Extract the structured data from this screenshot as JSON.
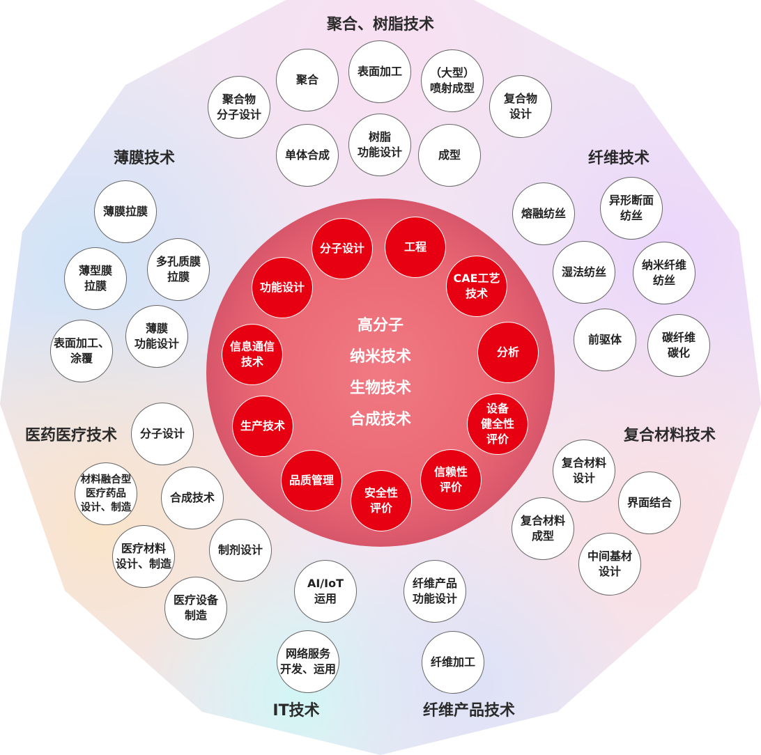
{
  "colors": {
    "core_circle": "#e8646f",
    "inner_node": "#e60012",
    "outer_node_fill": "#ffffff",
    "outer_node_border": "#666666",
    "label": "#2a2a2a",
    "zone_polymer": "#f8dff2",
    "zone_film": "#d2e4f7",
    "zone_fiber": "#ecd8f9",
    "zone_composite": "#fadfe3",
    "zone_medical": "#f9e5cc",
    "zone_it": "#d5f5f4",
    "zone_fiber_product": "#dfe3f6"
  },
  "core": {
    "lines": [
      "高分子",
      "纳米技术",
      "生物技术",
      "合成技术"
    ]
  },
  "inner_ring": [
    {
      "label": "分子设计"
    },
    {
      "label": "工程"
    },
    {
      "label": "CAE工艺\n技术"
    },
    {
      "label": "分析"
    },
    {
      "label": "设备\n健全性\n评价"
    },
    {
      "label": "信赖性\n评价"
    },
    {
      "label": "安全性\n评价"
    },
    {
      "label": "品质管理"
    },
    {
      "label": "生产技术"
    },
    {
      "label": "信息通信\n技术"
    },
    {
      "label": "功能设计"
    }
  ],
  "categories": {
    "polymer": {
      "title": "聚合、树脂技术",
      "items": [
        "聚合物\n分子设计",
        "聚合",
        "表面加工",
        "（大型）\n喷射成型",
        "复合物\n设计",
        "单体合成",
        "树脂\n功能设计",
        "成型"
      ]
    },
    "film": {
      "title": "薄膜技术",
      "items": [
        "薄膜拉膜",
        "薄型膜\n拉膜",
        "多孔质膜\n拉膜",
        "表面加工、\n涂覆",
        "薄膜\n功能设计"
      ]
    },
    "fiber": {
      "title": "纤维技术",
      "items": [
        "熔融纺丝",
        "异形断面\n纺丝",
        "湿法纺丝",
        "纳米纤维\n纺丝",
        "前驱体",
        "碳纤维\n碳化"
      ]
    },
    "medical": {
      "title": "医药医疗技术",
      "items": [
        "分子设计",
        "材料融合型\n医疗药品\n设计、制造",
        "合成技术",
        "医疗材料\n设计、制造",
        "制剂设计",
        "医疗设备\n制造"
      ]
    },
    "composite": {
      "title": "复合材料技术",
      "items": [
        "复合材料\n设计",
        "界面结合",
        "复合材料\n成型",
        "中间基材\n设计"
      ]
    },
    "it": {
      "title": "IT技术",
      "items": [
        "AI/IoT\n运用",
        "网络服务\n开发、运用"
      ]
    },
    "fiber_product": {
      "title": "纤维产品技术",
      "items": [
        "纤维产品\n功能设计",
        "纤维加工"
      ]
    }
  }
}
